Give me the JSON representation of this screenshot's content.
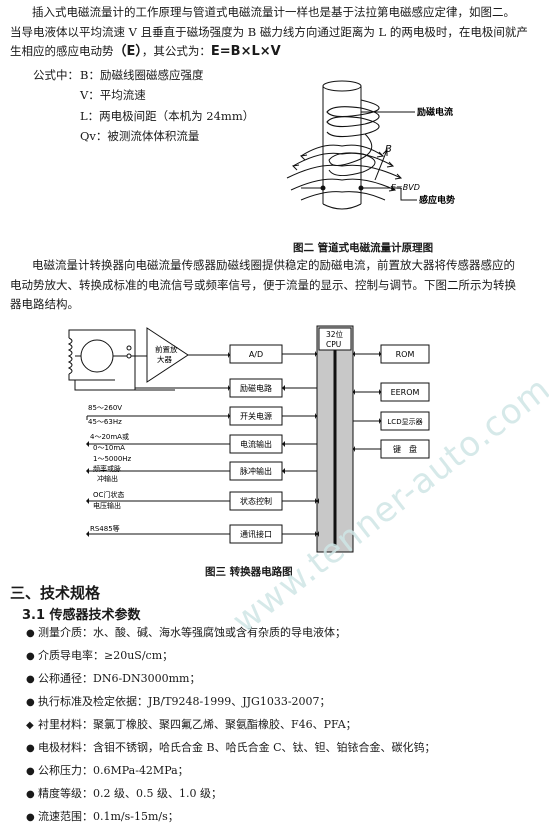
{
  "intro": {
    "line1": "插入式电磁流量计的工作原理与管道式电磁流量计一样也是基于法拉第电磁感应定律，如图二。",
    "line2": "当导电液体以平均流速 V 且垂直于磁场强度为 B 磁力线方向通过距离为 L 的两电极时，在电极间就产",
    "line3_a": "生相应的感应电动势",
    "line3_e": "（E）",
    "line3_b": "，其公式为：",
    "formula": "E=B×L×V"
  },
  "legend": {
    "label": "公式中：",
    "items": [
      "B：励磁线圈磁感应强度",
      "V：平均流速",
      "L：两电极间距（本机为 24mm）",
      "Qv：被测流体体积流量"
    ]
  },
  "figure2": {
    "label_current": "励磁电流",
    "label_b": "B",
    "label_ebvd": "E=BVD",
    "label_emf": "感应电势",
    "caption": "图二  管道式电磁流量计原理图"
  },
  "para2": {
    "line1": "电磁流量计转换器向电磁流量传感器励磁线圈提供稳定的励磁电流，前置放大器将传感器感应的",
    "line2": "电动势放大、转换成标准的电流信号或频率信号，便于流量的显示、控制与调节。下图二所示为转换",
    "line3": "器电路结构。"
  },
  "figure3": {
    "amp": [
      "前置放",
      "大器"
    ],
    "cpu": [
      "32位",
      "CPU"
    ],
    "blocks": [
      "A/D",
      "励磁电路",
      "开关电源",
      "电流输出",
      "脉冲输出",
      "状态控制",
      "通讯接口"
    ],
    "right_blocks": [
      "ROM",
      "EEROM",
      "LCD显示器",
      "键　盘"
    ],
    "side": {
      "power": [
        "85～260V",
        "45～63Hz"
      ],
      "current": [
        "4～20mA或",
        "0～10mA"
      ],
      "pulse": [
        "1～5000Hz",
        "频率或脉",
        "冲输出"
      ],
      "state": [
        "OC门状态",
        "电压输出"
      ],
      "comm": [
        "RS485等"
      ]
    },
    "caption": "图三  转换器电路图"
  },
  "section3": {
    "title": "三、技术规格",
    "sub": "3.1 传感器技术参数",
    "bullets": [
      {
        "mark": "●",
        "text": "测量介质：水、酸、碱、海水等强腐蚀或含有杂质的导电液体；"
      },
      {
        "mark": "●",
        "text": "介质导电率：≥20uS/cm；"
      },
      {
        "mark": "●",
        "text": "公称通径：DN6-DN3000mm；"
      },
      {
        "mark": "●",
        "text": "执行标准及检定依据：JB/T9248-1999、JJG1033-2007；"
      },
      {
        "mark": "◆",
        "text": "衬里材料：聚氯丁橡胶、聚四氟乙烯、聚氨酯橡胶、F46、PFA；"
      },
      {
        "mark": "●",
        "text": "电极材料：含钼不锈钢，哈氏合金 B、哈氏合金 C、钛、钽、铂铱合金、碳化钨；"
      },
      {
        "mark": "●",
        "text": "公称压力：0.6MPa-42MPa；"
      },
      {
        "mark": "●",
        "text": "精度等级：0.2 级、0.5 级、1.0 级；"
      },
      {
        "mark": "●",
        "text": "流速范围：0.1m/s-15m/s；"
      }
    ]
  },
  "watermark": "www.tenner-auto.com"
}
